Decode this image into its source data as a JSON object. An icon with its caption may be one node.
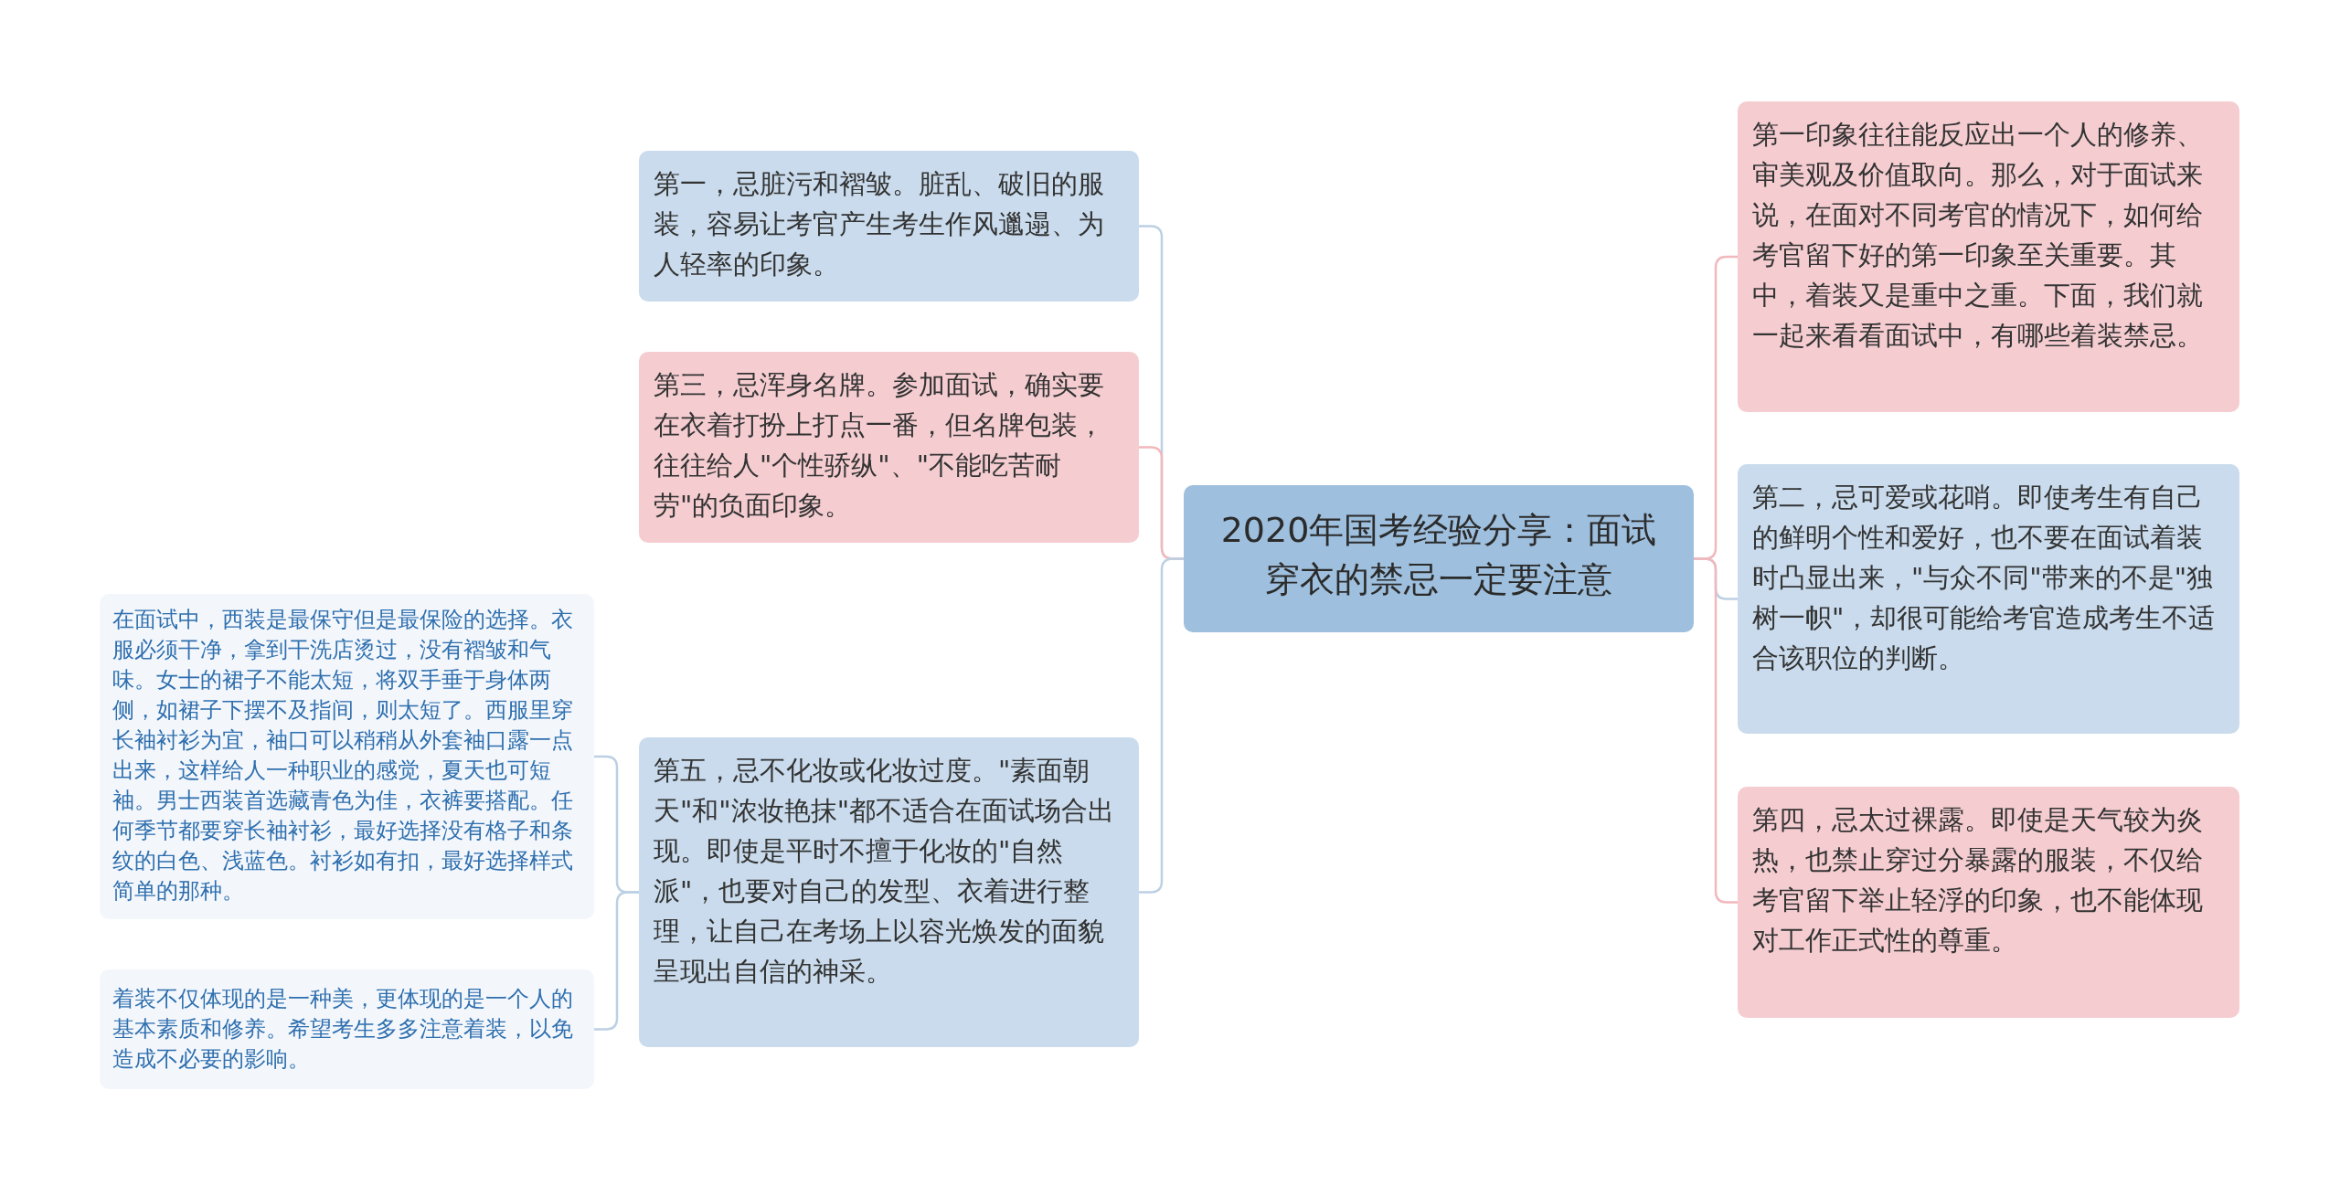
{
  "diagram": {
    "nodes": [
      {
        "text": [
          "2020年国考经验分享：面试穿衣的禁忌一定要注意"
        ]
      },
      {
        "text": [
          "第一，忌脏污和褶皱。脏乱、破旧的服装，容易让考官产生考生作风邋遢、为人轻率的印象。"
        ]
      },
      {
        "text": [
          "第三，忌浑身名牌。参加面试，确实要在衣着打扮上打点一番，但名牌包装，往往给人\"个性骄纵\"、\"不能吃苦耐劳\"的负面印象。"
        ]
      },
      {
        "text": [
          "第五，忌不化妆或化妆过度。\"素面朝天\"和\"浓妆艳抹\"都不适合在面试场合出现。即使是平时不擅于化妆的\"自然派\"，也要对自己的发型、衣着进行整理，让自己在考场上以容光焕发的面貌呈现出自信的神采。"
        ]
      },
      {
        "text": [
          "在面试中，西装是最保守但是最保险的选择。衣服必须干净，拿到干洗店烫过，没有褶皱和气味。女士的裙子不能太短，将双手垂于身体两侧，如裙子下摆不及指间，则太短了。西服里穿长袖衬衫为宜，袖口可以稍稍从外套袖口露一点出来，这样给人一种职业的感觉，夏天也可短袖。男士西装首选藏青色为佳，衣裤要搭配。任何季节都要穿长袖衬衫，最好选择没有格子和条纹的白色、浅蓝色。衬衫如有扣，最好选择样式简单的那种。"
        ]
      },
      {
        "text": [
          "着装不仅体现的是一种美，更体现的是一个人的基本素质和修养。希望考生多多注意着装，以免造成不必要的影响。"
        ]
      },
      {
        "text": [
          "第一印象往往能反应出一个人的修养、审美观及价值取向。那么，对于面试来说，在面对不同考官的情况下，如何给考官留下好的第一印象至关重要。其中，着装又是重中之重。下面，我们就一起来看看面试中，有哪些着装禁忌。"
        ]
      },
      {
        "text": [
          "第二，忌可爱或花哨。即使考生有自己的鲜明个性和爱好，也不要在面试着装时凸显出来，\"与众不同\"带来的不是\"独树一帜\"，却很可能给考官造成考生不适合该职位的判断。"
        ]
      },
      {
        "text": [
          "第四，忌太过裸露。即使是天气较为炎热，也禁止穿过分暴露的服装，不仅给考官留下举止轻浮的印象，也不能体现对工作正式性的尊重。"
        ]
      }
    ],
    "edges": [
      {
        "from": 0,
        "to": 1,
        "arrow": "none"
      },
      {
        "from": 0,
        "to": 2,
        "arrow": "none",
        "color": "#f2b8bc"
      },
      {
        "from": 0,
        "to": 3,
        "arrow": "none"
      },
      {
        "from": 3,
        "to": 4,
        "arrow": "none"
      },
      {
        "from": 3,
        "to": 5,
        "arrow": "none"
      },
      {
        "from": 0,
        "to": 6,
        "arrow": "none",
        "color": "#f2b8bc"
      },
      {
        "from": 0,
        "to": 7,
        "arrow": "none"
      },
      {
        "from": 0,
        "to": 8,
        "arrow": "none",
        "color": "#f2b8bc"
      }
    ]
  }
}
